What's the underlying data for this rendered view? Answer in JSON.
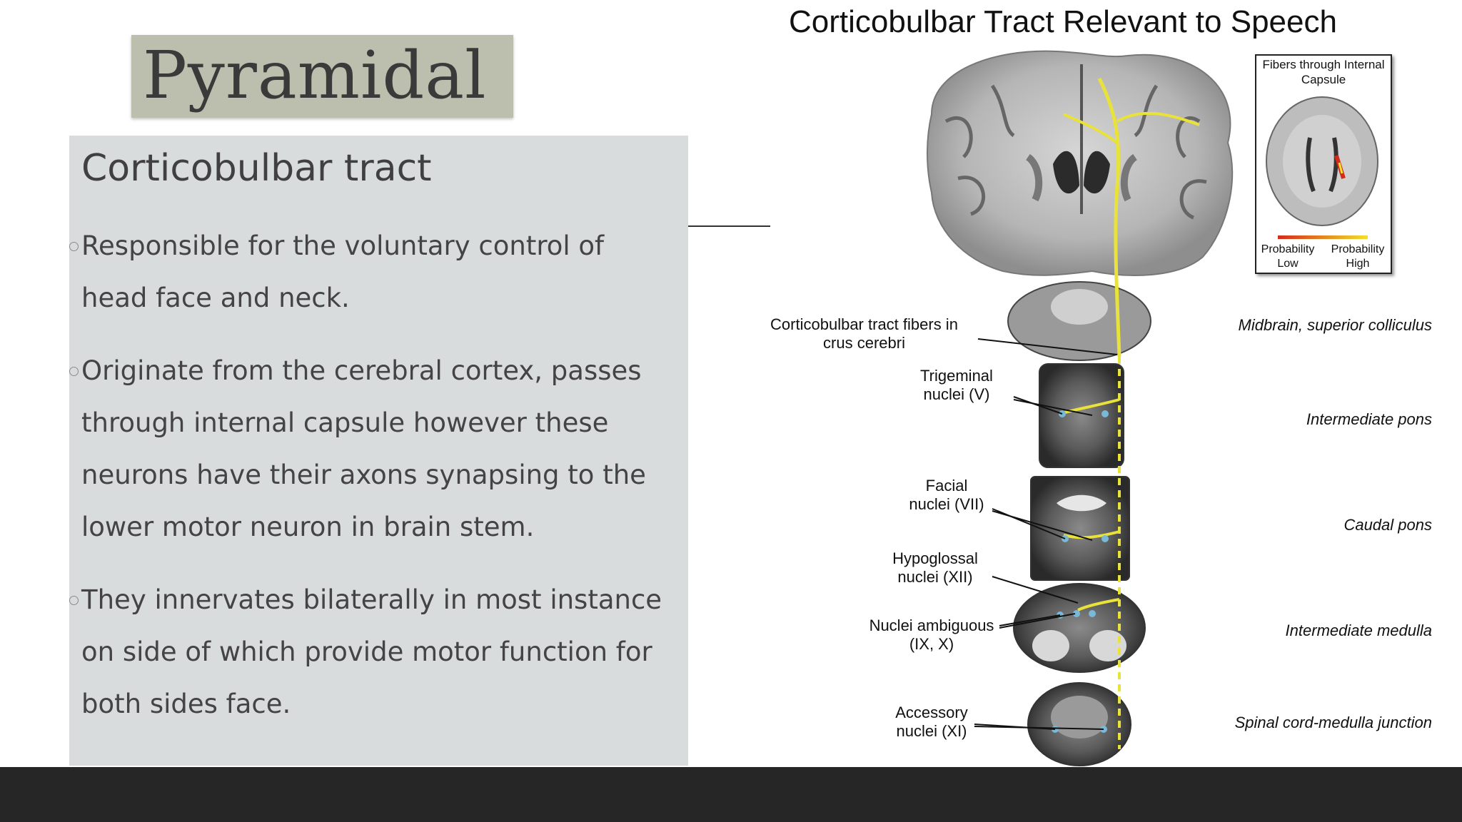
{
  "slide": {
    "title": "Pyramidal",
    "heading": "Corticobulbar tract",
    "bullets": [
      "Responsible for the voluntary control of head face and neck.",
      "Originate from the cerebral cortex, passes through internal capsule however these neurons have their axons synapsing to the lower motor neuron in brain stem.",
      "They innervates bilaterally in most instance on side of which provide motor function for both sides face."
    ]
  },
  "figure": {
    "title": "Corticobulbar Tract Relevant to Speech",
    "inset": {
      "title": "Fibers through Internal Capsule",
      "prob_low": "Probability Low",
      "prob_high": "Probability High"
    },
    "labels": {
      "crus": "Corticobulbar tract fibers in crus cerebri",
      "trigeminal": "Trigeminal nuclei (V)",
      "facial": "Facial nuclei (VII)",
      "hypoglossal": "Hypoglossal nuclei (XII)",
      "ambiguous": "Nuclei ambiguous (IX, X)",
      "accessory": "Accessory nuclei (XI)"
    },
    "levels": {
      "midbrain": "Midbrain, superior colliculus",
      "int_pons": "Intermediate pons",
      "caudal_pons": "Caudal pons",
      "int_medulla": "Intermediate medulla",
      "spinal": "Spinal cord-medulla junction"
    },
    "colors": {
      "tract": "#e8e23a",
      "nuclei": "#7ab8d8",
      "prob_low": "#d42a1a",
      "prob_high": "#f2e02a"
    }
  }
}
